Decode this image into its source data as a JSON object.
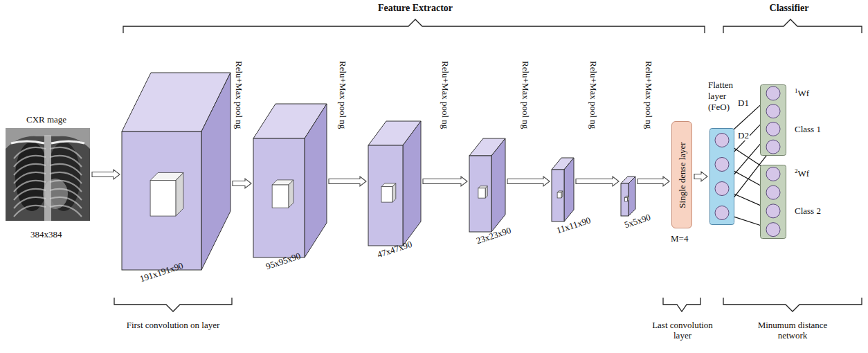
{
  "diagram": {
    "nodes": [
      {
        "text": [
          "CXR mage",
          "384x384"
        ]
      },
      {
        "text": [
          "191x191x90"
        ]
      },
      {
        "text": [
          "95x95x90"
        ]
      },
      {
        "text": [
          "47x47x90"
        ]
      },
      {
        "text": [
          "23x23x90"
        ]
      },
      {
        "text": [
          "11x11x90"
        ]
      },
      {
        "text": [
          "5x5x90"
        ]
      },
      {
        "text": [
          "Single dense layer",
          "M=4"
        ]
      },
      {
        "text": [
          "Flatten layer (FeO)"
        ]
      },
      {
        "text": [
          "1Wf",
          "Class 1"
        ]
      },
      {
        "text": [
          "2Wf",
          "Class 2"
        ]
      }
    ],
    "edges": [
      {
        "from": 0,
        "to": 1,
        "arrow": "to"
      },
      {
        "from": 1,
        "to": 2,
        "arrow": "to"
      },
      {
        "from": 2,
        "to": 3,
        "arrow": "to"
      },
      {
        "from": 3,
        "to": 4,
        "arrow": "to"
      },
      {
        "from": 4,
        "to": 5,
        "arrow": "to"
      },
      {
        "from": 5,
        "to": 6,
        "arrow": "to"
      },
      {
        "from": 6,
        "to": 7,
        "arrow": "to"
      },
      {
        "from": 7,
        "to": 8,
        "arrow": "to"
      },
      {
        "from": 8,
        "to": 9,
        "label": "D1",
        "arrow": "none"
      },
      {
        "from": 8,
        "to": 10,
        "label": "D2",
        "arrow": "none"
      }
    ],
    "labels": [
      "Feature Extractor",
      "Classifier",
      "Relu+Max pool ng",
      "Relu+Max pool ng",
      "Relu+Max pool ng",
      "Relu+Max pool ng",
      "Relu+Max pool ng",
      "Relu+Max pool ng",
      "First convolution on layer",
      "Last convolution layer",
      "Minumum distance network"
    ]
  }
}
